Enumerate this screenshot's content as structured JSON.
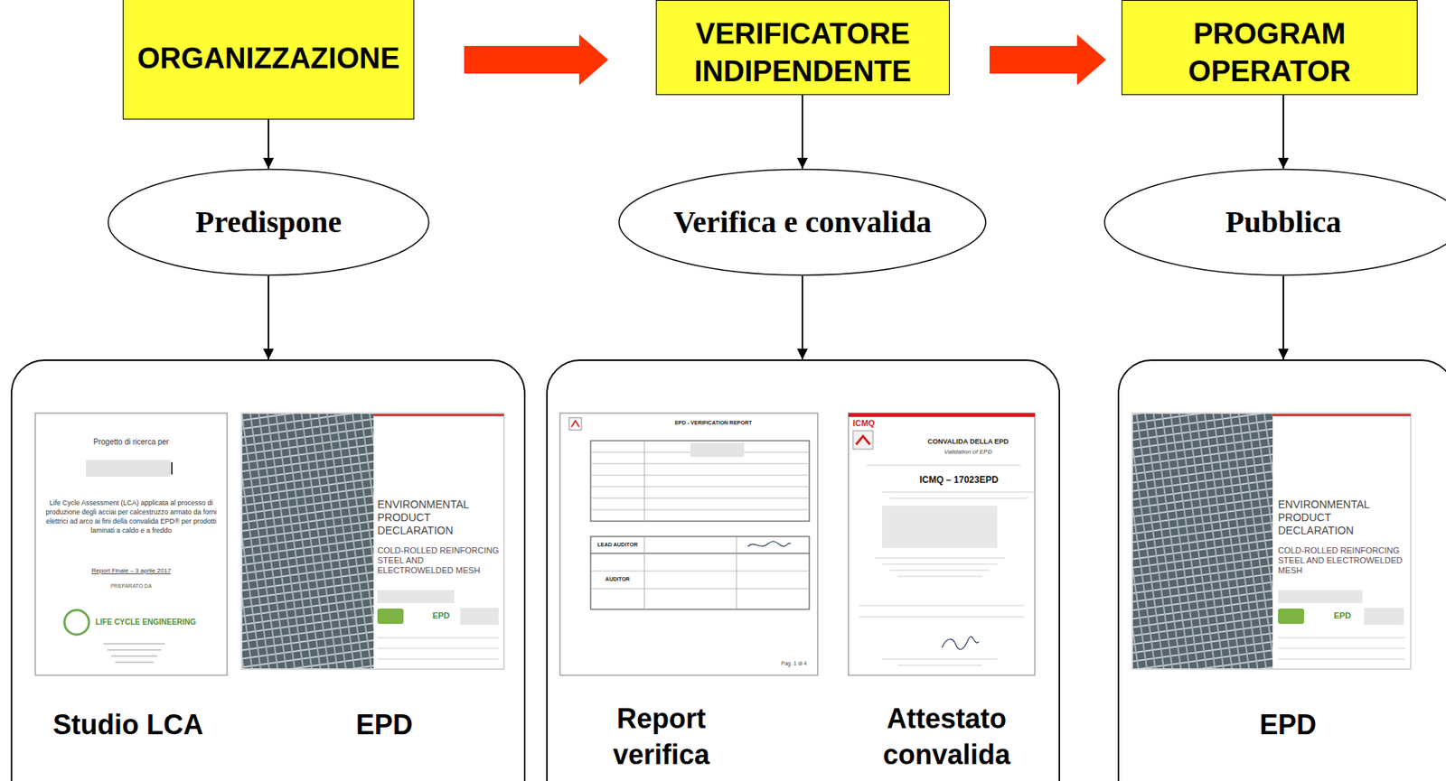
{
  "diagram": {
    "nodes": [
      {
        "text": [
          "ORGANIZZAZIONE"
        ]
      },
      {
        "text": [
          "VERIFICATORE INDIPENDENTE"
        ]
      },
      {
        "text": [
          "PROGRAM OPERATOR"
        ]
      },
      {
        "text": [
          "Predispone"
        ]
      },
      {
        "text": [
          "Verifica e convalida"
        ]
      },
      {
        "text": [
          "Pubblica"
        ]
      },
      {
        "text": [
          "Studio LCA",
          "EPD"
        ]
      },
      {
        "text": [
          "Report verifica",
          "Attestato convalida"
        ]
      },
      {
        "text": [
          "EPD"
        ]
      }
    ],
    "edges": [
      {
        "from": 0,
        "to": 1,
        "arrow": "to"
      },
      {
        "from": 1,
        "to": 2,
        "arrow": "to"
      },
      {
        "from": 0,
        "to": 3,
        "arrow": "to"
      },
      {
        "from": 1,
        "to": 4,
        "arrow": "to"
      },
      {
        "from": 2,
        "to": 5,
        "arrow": "to"
      },
      {
        "from": 3,
        "to": 6,
        "arrow": "to"
      },
      {
        "from": 4,
        "to": 7,
        "arrow": "to"
      },
      {
        "from": 5,
        "to": 8,
        "arrow": "to"
      }
    ],
    "labels": [
      "Progetto di ricerca per",
      "Life Cycle Assessment (LCA) applicata al processo di produzione degli acciai per calcestruzzo armato da forni elettrici ad arco ai fini della convalida EPD® per prodotti laminati a caldo e a freddo",
      "Report Finale – 3 aprile 2017",
      "PREPARATO DA",
      "LIFE CYCLE ENGINEERING",
      "ENVIRONMENTAL PRODUCT DECLARATION",
      "COLD-ROLLED REINFORCING STEEL AND ELECTROWELDED MESH",
      "EPD",
      "EPD - VERIFICATION REPORT",
      "LEAD AUDITOR",
      "AUDITOR",
      "Pag. 1 di 4",
      "ICMQ",
      "CONVALIDA DELLA EPD",
      "Validation of EPD",
      "ICMQ – 17023EPD",
      "ENVIRONMENTAL PRODUCT DECLARATION",
      "COLD-ROLLED REINFORCING STEEL AND ELECTROWELDED MESH",
      "EPD"
    ]
  }
}
